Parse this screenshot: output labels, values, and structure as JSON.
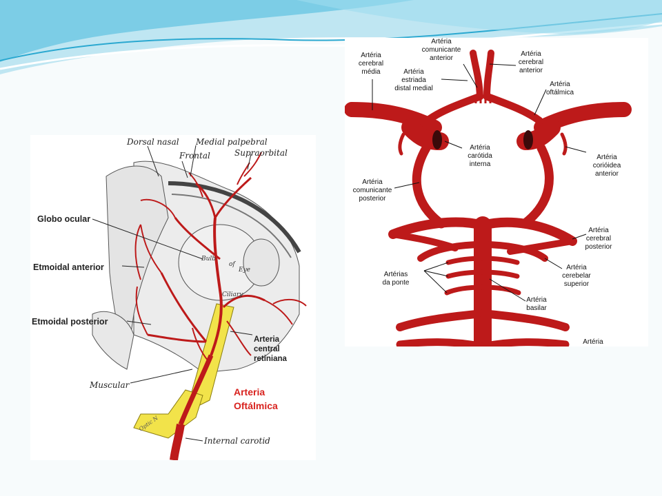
{
  "slide": {
    "colors": {
      "wave_dark": "#3fb4d6",
      "wave_light": "#bfe6f2",
      "artery": "#bd1a1a",
      "nerve": "#f2e34a"
    }
  },
  "left_figure": {
    "labels": {
      "dorsal_nasal": "Dorsal nasal",
      "medial_palpebral": "Medial palpebral",
      "frontal": "Frontal",
      "supraorbital": "Supraorbital",
      "globo_ocular": "Globo ocular",
      "etmoidal_anterior": "Etmoidal anterior",
      "etmoidal_posterior": "Etmoidal posterior",
      "arteria_central": "Arteria",
      "central": "central",
      "retiniana": "retiniana",
      "muscular": "Muscular",
      "arteria_oftalmica_1": "Arteria",
      "arteria_oftalmica_2": "Oftálmica",
      "internal_carotid": "Internal carotid",
      "bulb": "Bulb",
      "of": "of",
      "eye": "Eye",
      "ciliary": "Ciliary",
      "optic_nerve": "Optic N"
    }
  },
  "right_figure": {
    "labels": {
      "comunicante_anterior": [
        "Artéria",
        "comunicante",
        "anterior"
      ],
      "cerebral_media": [
        "Artéria",
        "cerebral",
        "média"
      ],
      "estriada": [
        "Artéria",
        "estriada",
        "distal medial"
      ],
      "cerebral_anterior": [
        "Artéria",
        "cerebral",
        "anterior"
      ],
      "oftalmica": [
        "Artéria",
        "oftálmica"
      ],
      "carotida_interna": [
        "Artéria",
        "carótida",
        "interna"
      ],
      "corioidea_anterior": [
        "Artéria",
        "corióidea",
        "anterior"
      ],
      "comunicante_posterior": [
        "Artéria",
        "comunicante",
        "posterior"
      ],
      "cerebral_posterior": [
        "Artéria",
        "cerebral",
        "posterior"
      ],
      "cerebelar_superior": [
        "Artéria",
        "cerebelar",
        "superior"
      ],
      "arterias_ponte": [
        "Artérias",
        "da ponte"
      ],
      "basilar": [
        "Artéria",
        "basilar"
      ],
      "bottom_cut": [
        "Artéria"
      ]
    }
  }
}
